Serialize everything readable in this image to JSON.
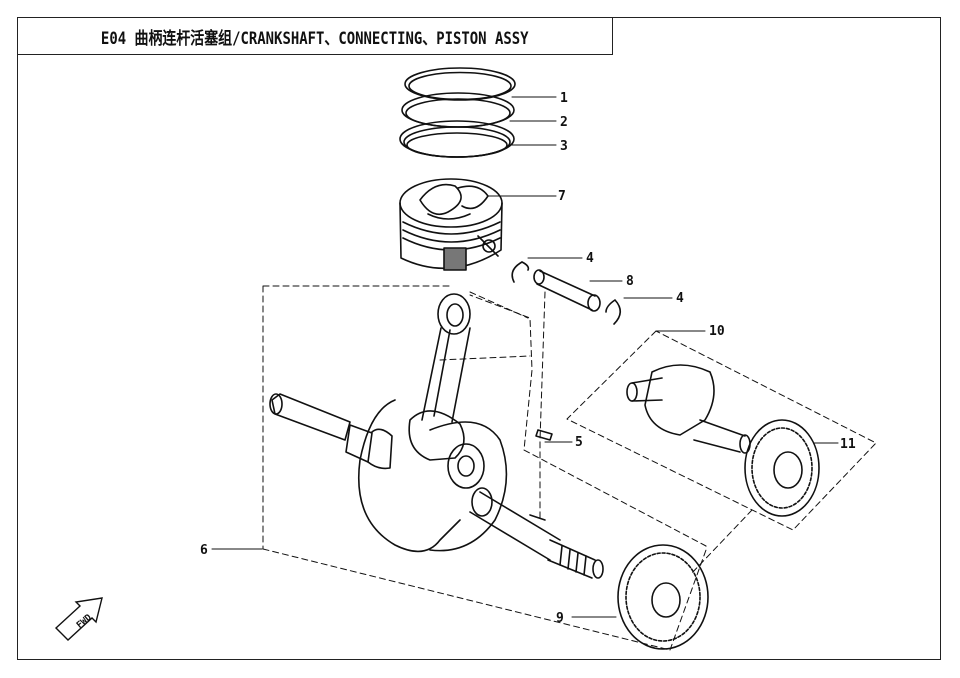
{
  "title": "E04 曲柄连杆活塞组/CRANKSHAFT、CONNECTING、PISTON ASSY",
  "fwd_label": "FWD",
  "callouts": {
    "c1": "1",
    "c2": "2",
    "c3": "3",
    "c7": "7",
    "c4a": "4",
    "c8": "8",
    "c4b": "4",
    "c10": "10",
    "c5": "5",
    "c11": "11",
    "c6": "6",
    "c9": "9"
  }
}
